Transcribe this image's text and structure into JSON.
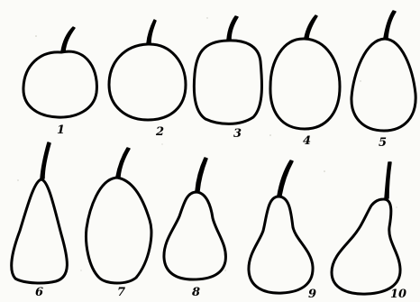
{
  "diagram": {
    "shapes": [
      {
        "label": "1"
      },
      {
        "label": "2"
      },
      {
        "label": "3"
      },
      {
        "label": "4"
      },
      {
        "label": "5"
      },
      {
        "label": "6"
      },
      {
        "label": "7"
      },
      {
        "label": "8"
      },
      {
        "label": "9"
      },
      {
        "label": "10"
      }
    ]
  },
  "colors": {
    "outline": "#000000",
    "background": "#fbfbf8"
  }
}
